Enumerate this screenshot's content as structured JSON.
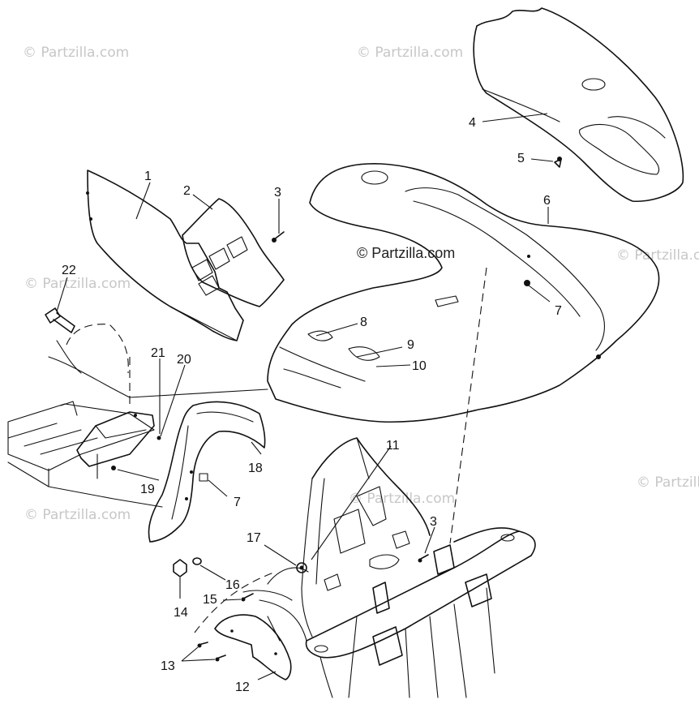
{
  "watermark": "© Partzilla.com",
  "center_copyright": "© Partzilla.com",
  "callouts": {
    "c1": "1",
    "c2": "2",
    "c3a": "3",
    "c3b": "3",
    "c4": "4",
    "c5": "5",
    "c6": "6",
    "c7a": "7",
    "c7b": "7",
    "c8": "8",
    "c9": "9",
    "c10": "10",
    "c11": "11",
    "c12": "12",
    "c13": "13",
    "c14": "14",
    "c15": "15",
    "c16": "16",
    "c17": "17",
    "c18": "18",
    "c19": "19",
    "c20": "20",
    "c21": "21",
    "c22": "22"
  }
}
